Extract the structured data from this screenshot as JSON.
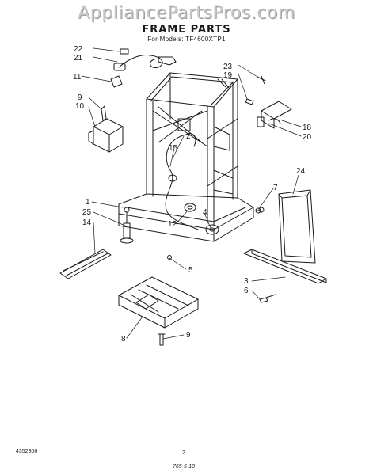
{
  "watermark": "AppliancePartsPros.com",
  "title": "FRAME PARTS",
  "subtitle": "For Models: TF4600XTP1",
  "footer": {
    "doc_number": "4352306",
    "page_number": "2",
    "code": "765-5-10"
  },
  "callouts": [
    {
      "id": "c22",
      "label": "22"
    },
    {
      "id": "c21",
      "label": "21"
    },
    {
      "id": "c11",
      "label": "11"
    },
    {
      "id": "c9a",
      "label": "9"
    },
    {
      "id": "c10",
      "label": "10"
    },
    {
      "id": "c23",
      "label": "23"
    },
    {
      "id": "c19",
      "label": "19"
    },
    {
      "id": "c2",
      "label": "2"
    },
    {
      "id": "c15",
      "label": "15"
    },
    {
      "id": "c18",
      "label": "18"
    },
    {
      "id": "c20",
      "label": "20"
    },
    {
      "id": "c24",
      "label": "24"
    },
    {
      "id": "c7",
      "label": "7"
    },
    {
      "id": "c1",
      "label": "1"
    },
    {
      "id": "c25",
      "label": "25"
    },
    {
      "id": "c14",
      "label": "14"
    },
    {
      "id": "c12",
      "label": "12"
    },
    {
      "id": "c4",
      "label": "4"
    },
    {
      "id": "c5",
      "label": "5"
    },
    {
      "id": "c3",
      "label": "3"
    },
    {
      "id": "c6",
      "label": "6"
    },
    {
      "id": "c8",
      "label": "8"
    },
    {
      "id": "c9b",
      "label": "9"
    }
  ]
}
